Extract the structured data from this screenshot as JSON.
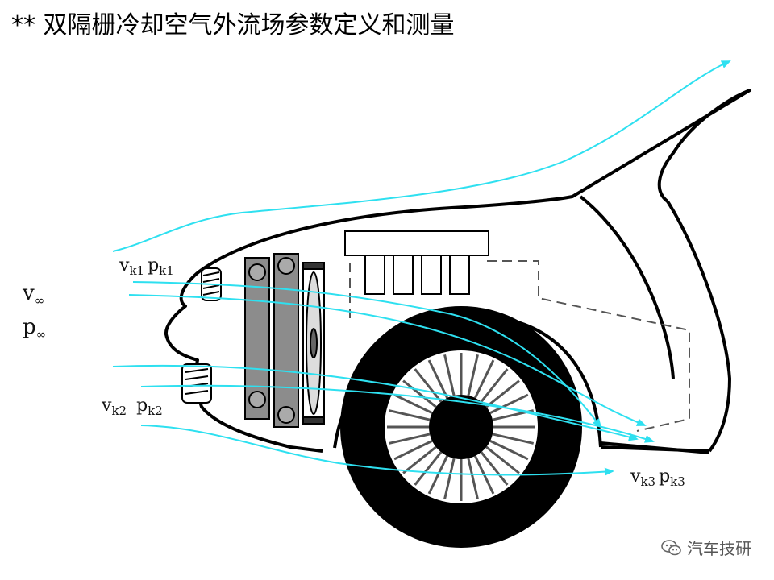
{
  "title": "** 双隔栅冷却空气外流场参数定义和测量",
  "labels": {
    "v_inf": "v",
    "v_inf_sub": "∞",
    "p_inf": "p",
    "p_inf_sub": "∞",
    "vk1": "v",
    "vk1_sub": "k1",
    "pk1": "p",
    "pk1_sub": "k1",
    "vk2": "v",
    "vk2_sub": "k2",
    "pk2": "p",
    "pk2_sub": "k2",
    "vk3": "v",
    "vk3_sub": "k3",
    "pk3": "p",
    "pk3_sub": "k3"
  },
  "watermark": {
    "text": "汽车技研",
    "icon": "wechat-icon"
  },
  "colors": {
    "flow": "#2ee0f0",
    "outline": "#000000",
    "radiator": "#8c8c8c",
    "wheel": "#000000"
  }
}
